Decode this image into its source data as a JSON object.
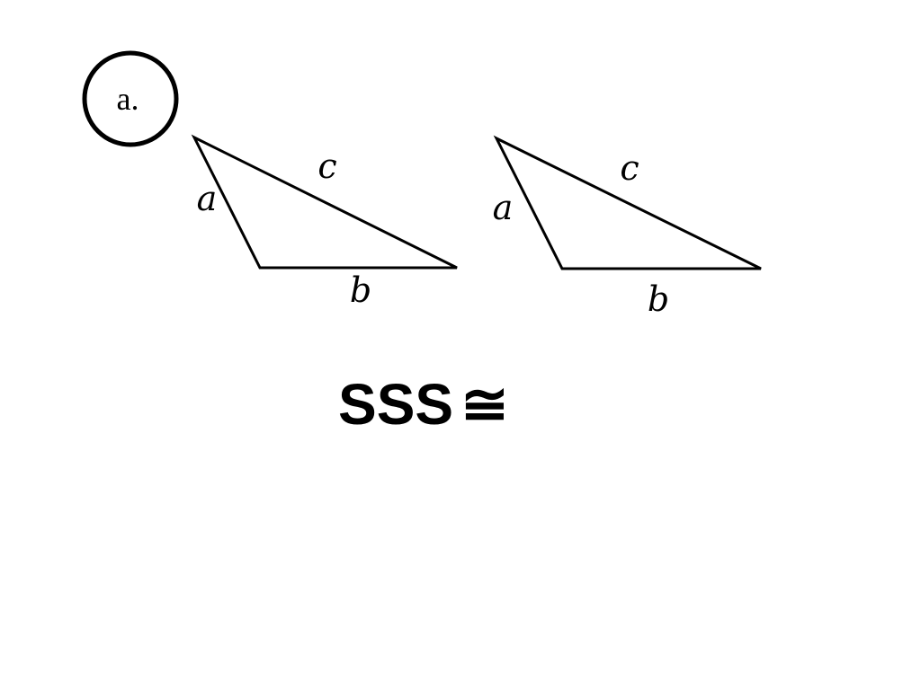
{
  "problem": {
    "item_label": "a."
  },
  "triangles": [
    {
      "side_labels": {
        "a": "a",
        "b": "b",
        "c": "c"
      }
    },
    {
      "side_labels": {
        "a": "a",
        "b": "b",
        "c": "c"
      }
    }
  ],
  "conclusion": {
    "postulate": "SSS",
    "symbol": "≅"
  },
  "colors": {
    "stroke": "#000000",
    "background": "#ffffff"
  }
}
